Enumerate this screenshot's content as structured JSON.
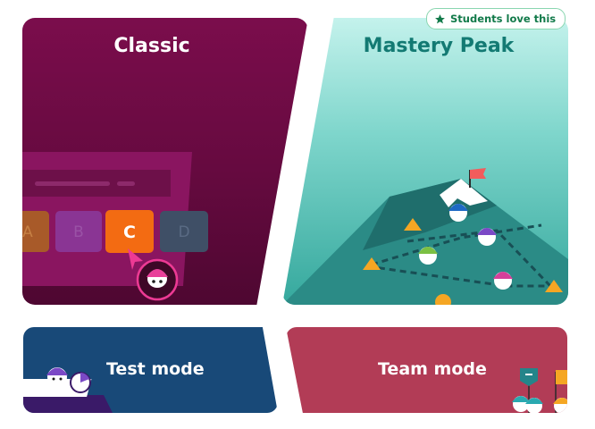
{
  "cards": {
    "classic": {
      "title": "Classic",
      "answer_tiles": [
        "A",
        "B",
        "C",
        "D"
      ],
      "colors": {
        "background": "#6e0c45",
        "selected_tile": "#f36b12"
      }
    },
    "mastery_peak": {
      "title": "Mastery Peak",
      "badge": {
        "label": "Students love this",
        "icon": "star-icon"
      },
      "colors": {
        "background": "#7fd6cc",
        "title": "#137a73",
        "badge_text": "#127a4a"
      }
    },
    "test_mode": {
      "title": "Test mode",
      "colors": {
        "background": "#184978"
      }
    },
    "team_mode": {
      "title": "Team mode",
      "colors": {
        "background": "#b23c56"
      }
    }
  }
}
